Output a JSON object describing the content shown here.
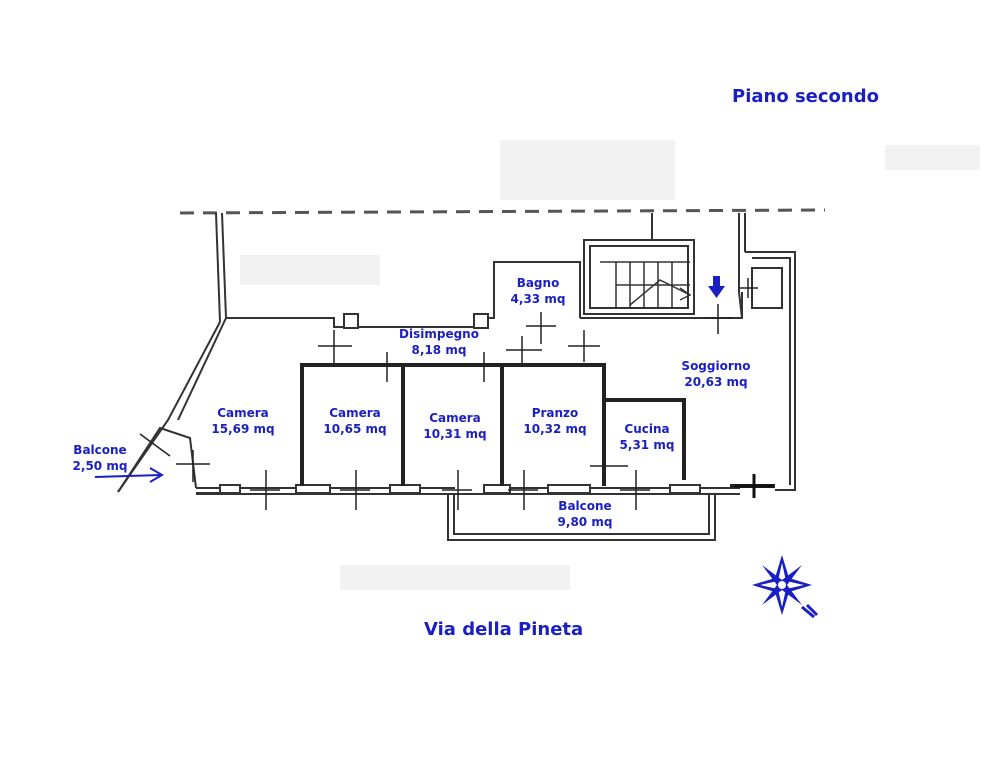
{
  "floor_title": "Piano secondo",
  "street": "Via della Pineta",
  "accent_color": "#1a1fc4",
  "rooms": [
    {
      "id": "bagno",
      "name": "Bagno",
      "area": "4,33 mq"
    },
    {
      "id": "disimpegno",
      "name": "Disimpegno",
      "area": "8,18 mq"
    },
    {
      "id": "soggiorno",
      "name": "Soggiorno",
      "area": "20,63 mq"
    },
    {
      "id": "camera1",
      "name": "Camera",
      "area": "15,69 mq"
    },
    {
      "id": "camera2",
      "name": "Camera",
      "area": "10,65 mq"
    },
    {
      "id": "camera3",
      "name": "Camera",
      "area": "10,31 mq"
    },
    {
      "id": "pranzo",
      "name": "Pranzo",
      "area": "10,32 mq"
    },
    {
      "id": "cucina",
      "name": "Cucina",
      "area": "5,31 mq"
    },
    {
      "id": "balcone_small",
      "name": "Balcone",
      "area": "2,50 mq"
    },
    {
      "id": "balcone_large",
      "name": "Balcone",
      "area": "9,80 mq"
    }
  ],
  "icons": [
    "compass-rose-icon",
    "entrance-arrow-icon",
    "balcony-pointer-arrow-icon",
    "staircase-icon"
  ]
}
